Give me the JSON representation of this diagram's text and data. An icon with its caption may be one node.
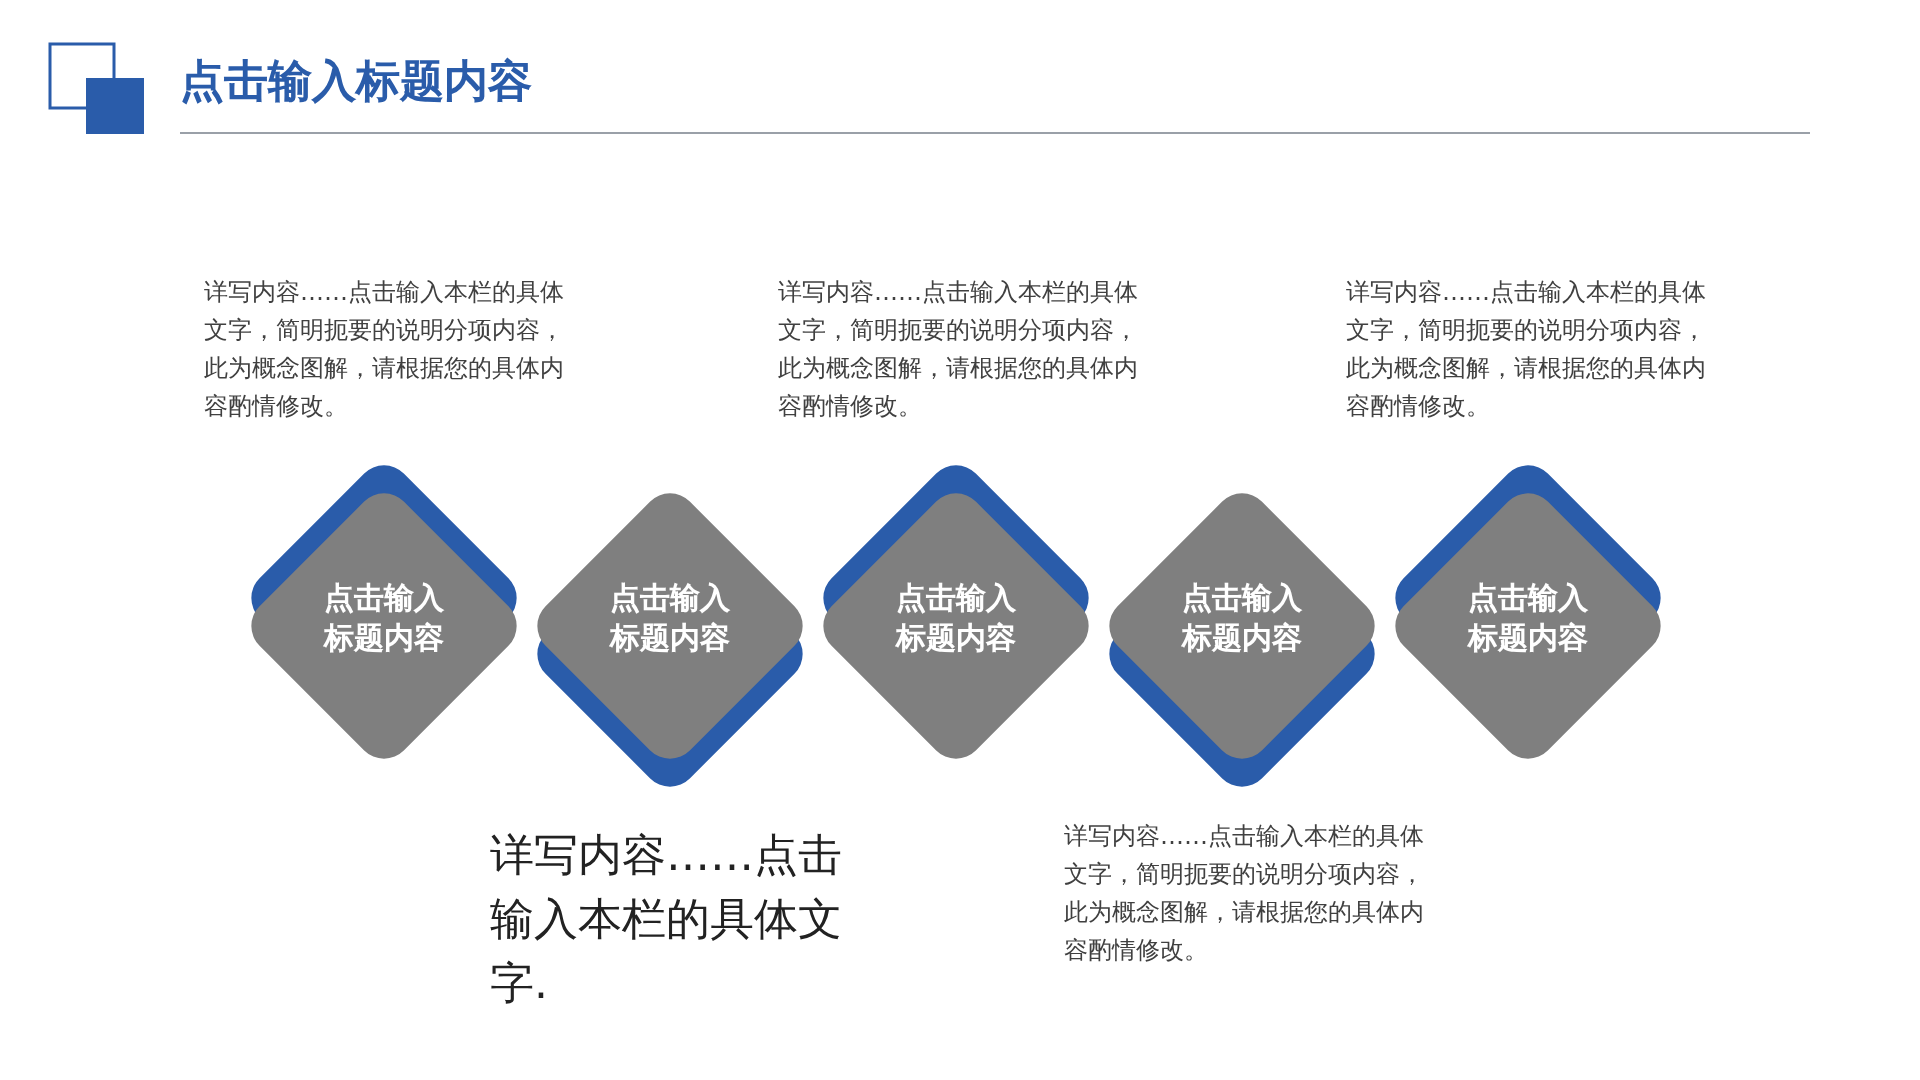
{
  "diagram": {
    "title": "点击输入标题内容",
    "nodes": [
      {
        "text": [
          "点击输入标题内容"
        ],
        "beside": [
          "详写内容……点击输入本栏的具体文字，简明扼要的说明分项内容，此为概念图解，请根据您的具体内容酌情修改。"
        ]
      },
      {
        "text": [
          "点击输入标题内容"
        ],
        "beside": [
          "详写内容……点击输入本栏的具体文字."
        ]
      },
      {
        "text": [
          "点击输入标题内容"
        ],
        "beside": [
          "详写内容……点击输入本栏的具体文字，简明扼要的说明分项内容，此为概念图解，请根据您的具体内容酌情修改。"
        ]
      },
      {
        "text": [
          "点击输入标题内容"
        ],
        "beside": [
          "详写内容……点击输入本栏的具体文字，简明扼要的说明分项内容，此为概念图解，请根据您的具体内容酌情修改。"
        ]
      },
      {
        "text": [
          "点击输入标题内容"
        ],
        "beside": [
          "详写内容……点击输入本栏的具体文字，简明扼要的说明分项内容，此为概念图解，请根据您的具体内容酌情修改。"
        ]
      }
    ],
    "edges": []
  }
}
